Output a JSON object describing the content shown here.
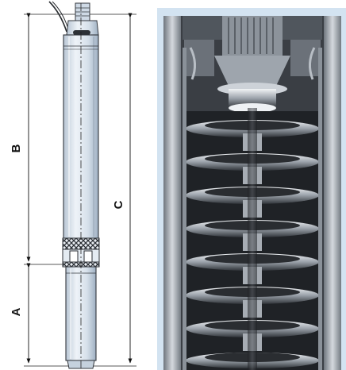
{
  "dimensions": {
    "a_label": "A",
    "b_label": "B",
    "c_label": "C"
  },
  "colors": {
    "pump_fill": "#dfe8f2",
    "pump_stroke": "#3a3f46",
    "photo_frame": "#d3e3f1",
    "photo_dark": "#2b2e33",
    "photo_metal": "#c8ccd2"
  },
  "views": {
    "drawing": "pump-outline-drawing",
    "photo": "pump-cutaway-photo"
  }
}
